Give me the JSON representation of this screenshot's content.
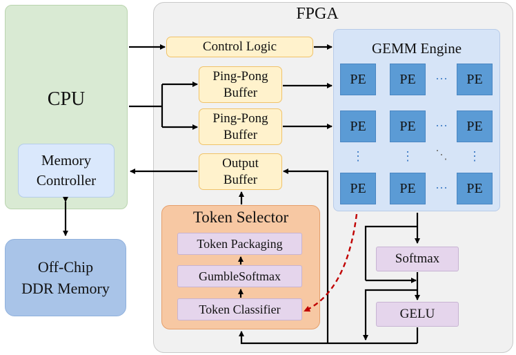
{
  "cpu": {
    "title": "CPU",
    "memory_controller": "Memory\nController"
  },
  "ddr": {
    "label": "Off-Chip\nDDR Memory"
  },
  "fpga": {
    "title": "FPGA",
    "control_logic": "Control Logic",
    "ping_pong_1": "Ping-Pong\nBuffer",
    "ping_pong_2": "Ping-Pong\nBuffer",
    "output_buffer": "Output\nBuffer",
    "softmax": "Softmax",
    "gelu": "GELU"
  },
  "gemm": {
    "title": "GEMM Engine",
    "pe_label": "PE",
    "h_dots": "···",
    "v_dots": "⋮",
    "d_dots": "⋱"
  },
  "token_selector": {
    "title": "Token Selector",
    "packaging": "Token Packaging",
    "gumble": "GumbleSoftmax",
    "classifier": "Token Classifier"
  },
  "colors": {
    "wire": "#000000",
    "feedback": "#c00000",
    "pe_fill": "#5b9bd5"
  }
}
